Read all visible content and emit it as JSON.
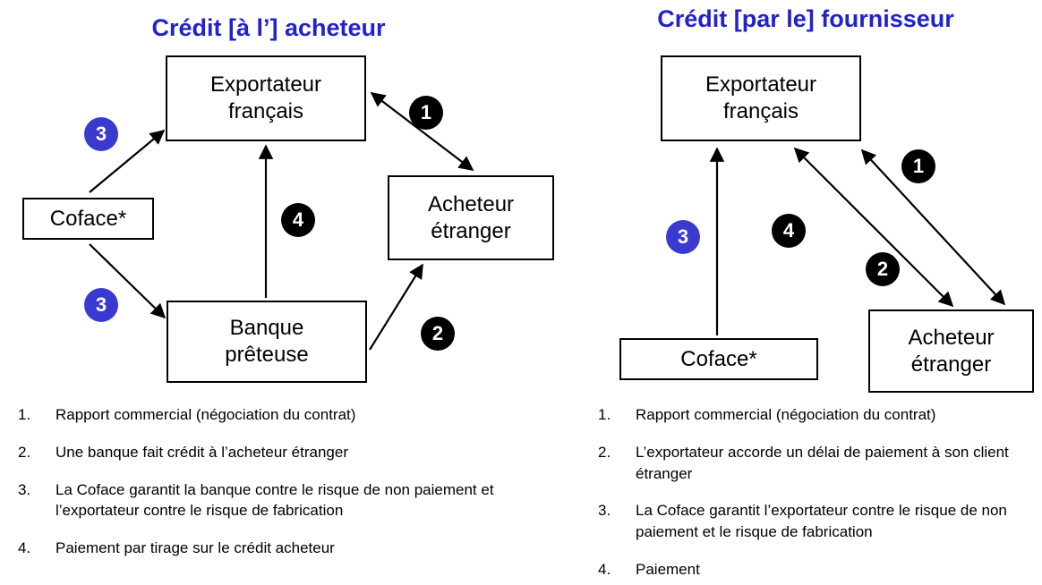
{
  "colors": {
    "title_blue": "#2222cc",
    "circle_blue": "#3a3ad0",
    "circle_black": "#000000"
  },
  "left": {
    "title": "Crédit [à l’] acheteur",
    "boxes": {
      "exportateur": "Exportateur\nfrançais",
      "acheteur": "Acheteur\nétranger",
      "coface": "Coface*",
      "banque": "Banque\nprêteuse"
    },
    "circles": [
      {
        "label": "3",
        "color": "blue"
      },
      {
        "label": "1",
        "color": "black"
      },
      {
        "label": "4",
        "color": "black"
      },
      {
        "label": "3",
        "color": "blue"
      },
      {
        "label": "2",
        "color": "black"
      }
    ],
    "list": [
      {
        "num": "1.",
        "text": "Rapport commercial (négociation du contrat)"
      },
      {
        "num": "2.",
        "text": "Une banque fait crédit à l’acheteur étranger"
      },
      {
        "num": "3.",
        "text": "La Coface garantit la banque contre le risque de non paiement et l’exportateur contre le risque de fabrication"
      },
      {
        "num": "4.",
        "text": "Paiement par tirage sur le crédit acheteur"
      }
    ]
  },
  "right": {
    "title": "Crédit [par le] fournisseur",
    "boxes": {
      "exportateur": "Exportateur\nfrançais",
      "acheteur": "Acheteur\nétranger",
      "coface": "Coface*"
    },
    "circles": [
      {
        "label": "1",
        "color": "black"
      },
      {
        "label": "4",
        "color": "black"
      },
      {
        "label": "2",
        "color": "black"
      },
      {
        "label": "3",
        "color": "blue"
      }
    ],
    "list": [
      {
        "num": "1.",
        "text": "Rapport commercial (négociation du contrat)"
      },
      {
        "num": "2.",
        "text": "L’exportateur accorde un délai de paiement à son client étranger"
      },
      {
        "num": "3.",
        "text": "La Coface garantit l’exportateur contre le risque de non paiement et le risque de fabrication"
      },
      {
        "num": "4.",
        "text": "Paiement"
      }
    ]
  }
}
